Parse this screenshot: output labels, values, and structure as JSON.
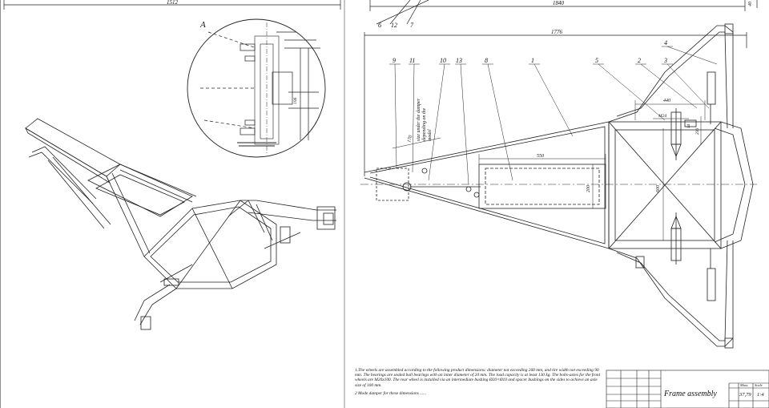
{
  "view_label": "A",
  "dimensions": {
    "top_left": "1512",
    "top_right": "1840",
    "top_right_edge": "40",
    "overall": "1776",
    "d_550": "550",
    "d_200": "200",
    "d_600": "600",
    "d_440": "440",
    "d_124": "M24",
    "d_230": "230",
    "d_14": "14",
    "d_170": "170",
    "detail_106": "106"
  },
  "damper_note": [
    "size under the damper",
    "depending on the",
    "model"
  ],
  "callouts_top": [
    "6",
    "12",
    "7"
  ],
  "callouts": [
    "9",
    "11",
    "10",
    "13",
    "8",
    "1",
    "5",
    "2",
    "3",
    "4"
  ],
  "notes": [
    "1.The wheels are assembled according to the following product dimensions: diameter not exceeding 260 mm, and tire width not exceeding 90 mm. The bearings are sealed ball bearings with an inner diameter of 20 mm. The load capacity is at least 130 kg. The bolts-axles for the front wheels are M20x100. The rear wheel is installed via an intermediate bushing Ø20×Ø10 and spacer bushings on the sides to achieve an axle size of 100 mm.",
    "2 Mode damper for these dimensions ......"
  ],
  "title_block": {
    "title": "Frame assembly",
    "mass_label": "Mass",
    "scale_label": "Scale",
    "mass_value": "37,79",
    "scale_value": "1:4"
  }
}
